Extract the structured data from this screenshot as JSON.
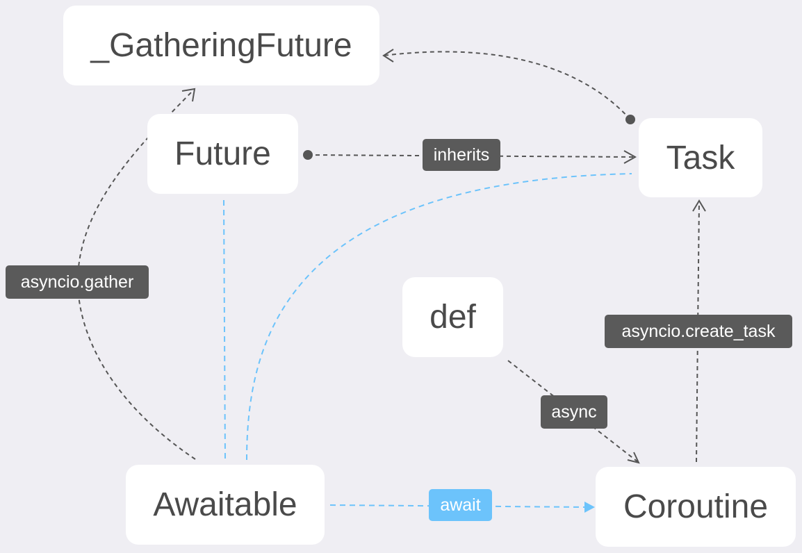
{
  "nodes": {
    "gathering_future": "_GatheringFuture",
    "future": "Future",
    "task": "Task",
    "def": "def",
    "awaitable": "Awaitable",
    "coroutine": "Coroutine"
  },
  "edge_labels": {
    "inherits": "inherits",
    "asyncio_gather": "asyncio.gather",
    "asyncio_create_task": "asyncio.create_task",
    "async": "async",
    "await": "await"
  },
  "edges": [
    {
      "from": "Task",
      "to": "_GatheringFuture",
      "style": "dashed",
      "color": "#555555"
    },
    {
      "from": "Future",
      "to": "Task",
      "label": "inherits",
      "style": "dashed",
      "color": "#555555"
    },
    {
      "from": "Awaitable",
      "to": "_GatheringFuture",
      "label": "asyncio.gather",
      "style": "dashed",
      "color": "#555555"
    },
    {
      "from": "Coroutine",
      "to": "Task",
      "label": "asyncio.create_task",
      "style": "dashed",
      "color": "#555555"
    },
    {
      "from": "def",
      "to": "Coroutine",
      "label": "async",
      "style": "dashed",
      "color": "#555555"
    },
    {
      "from": "Awaitable",
      "to": "Coroutine",
      "label": "await",
      "style": "dashed",
      "color": "#6cc3fb"
    },
    {
      "from": "Awaitable",
      "to": "Future",
      "style": "dashed",
      "color": "#6cc3fb"
    },
    {
      "from": "Awaitable",
      "to": "Task",
      "style": "dashed",
      "color": "#6cc3fb"
    }
  ],
  "colors": {
    "background": "#efeef3",
    "node_fill": "#ffffff",
    "node_text": "#4a4a4a",
    "label_fill": "#5a5a5a",
    "label_blue": "#6cc3fb",
    "edge_dark": "#555555",
    "edge_blue": "#6cc3fb"
  }
}
